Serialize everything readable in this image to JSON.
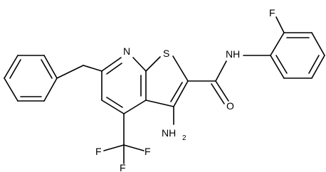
{
  "molecule": {
    "atoms": {
      "N_ring": "N",
      "S": "S",
      "NH": "NH",
      "F_aryl": "F",
      "O": "O",
      "NH2_N": "NH",
      "NH2_sub": "2",
      "F1": "F",
      "F2": "F",
      "F3": "F"
    }
  }
}
